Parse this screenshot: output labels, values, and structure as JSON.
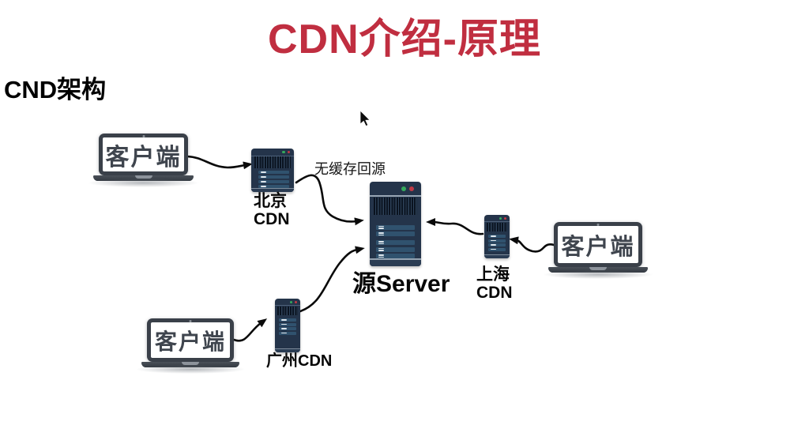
{
  "title": "CDN介绍-原理",
  "subtitle": "CND架构",
  "edge_labels": {
    "no_cache": "无缓存回源"
  },
  "nodes": {
    "client_left": {
      "label": "客户端"
    },
    "client_right": {
      "label": "客户端"
    },
    "client_bottom": {
      "label": "客户端"
    },
    "cdn_beijing": {
      "line1": "北京",
      "line2": "CDN"
    },
    "cdn_shanghai": {
      "line1": "上海",
      "line2": "CDN"
    },
    "cdn_guangzhou": {
      "label": "广州CDN"
    },
    "origin": {
      "label": "源Server"
    }
  },
  "colors": {
    "title_red": "#c02e40",
    "server_body": "#24344a",
    "server_bay": "#30526e",
    "led_green": "#35a95c",
    "led_red": "#c13a45",
    "laptop_frame": "#3a4049"
  }
}
